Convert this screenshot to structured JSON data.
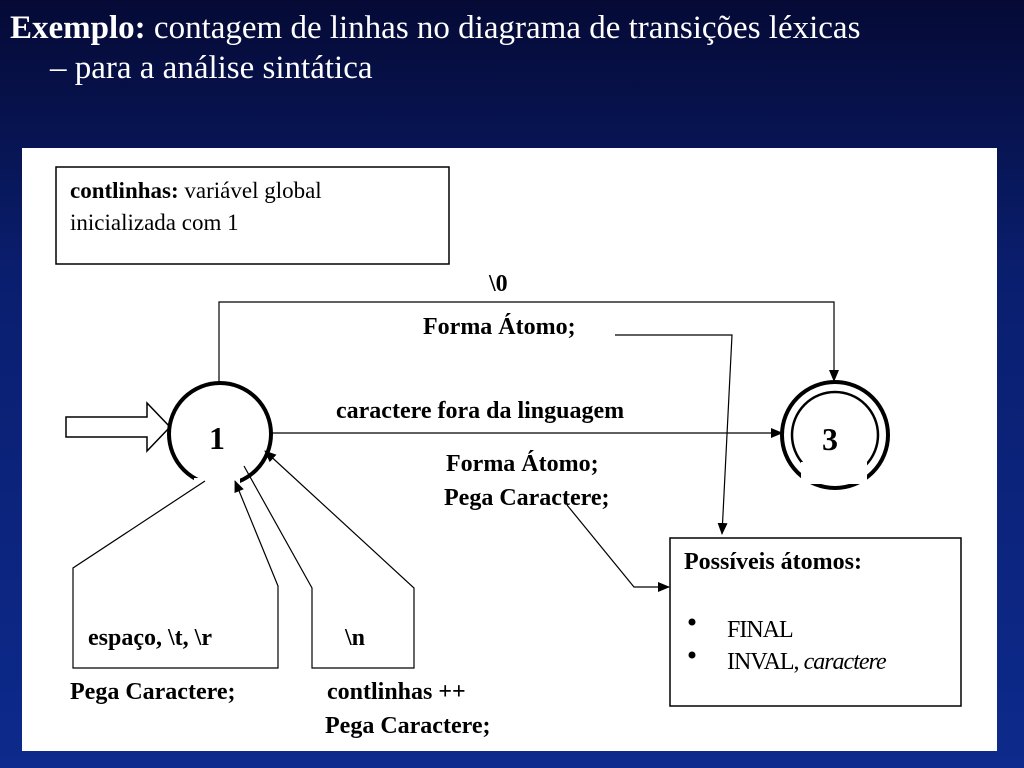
{
  "title": {
    "prefix": "Exemplo:",
    "line1": " contagem de linhas no diagrama de transições léxicas",
    "line2": "– para a análise sintática"
  },
  "diagram": {
    "note": {
      "bold": "contlinhas:",
      "rest": " variável global",
      "line2": "inicializada com 1"
    },
    "states": {
      "start": "1",
      "final": "3"
    },
    "top_loop": {
      "symbol": "\\0",
      "action": "Forma Átomo;"
    },
    "middle_edge": {
      "symbol": "caractere fora da linguagem",
      "action1": "Forma Átomo;",
      "action2": "Pega Caractere;"
    },
    "loop_space": {
      "symbol": "espaço, \\t, \\r",
      "action": "Pega Caractere;"
    },
    "loop_newline": {
      "symbol": "\\n",
      "action1": "contlinhas ++",
      "action2": "Pega Caractere;"
    },
    "atoms_box": {
      "title": "Possíveis átomos:",
      "item1": "FINAL",
      "item2_main": "INVAL, ",
      "item2_italic": "caractere"
    }
  }
}
